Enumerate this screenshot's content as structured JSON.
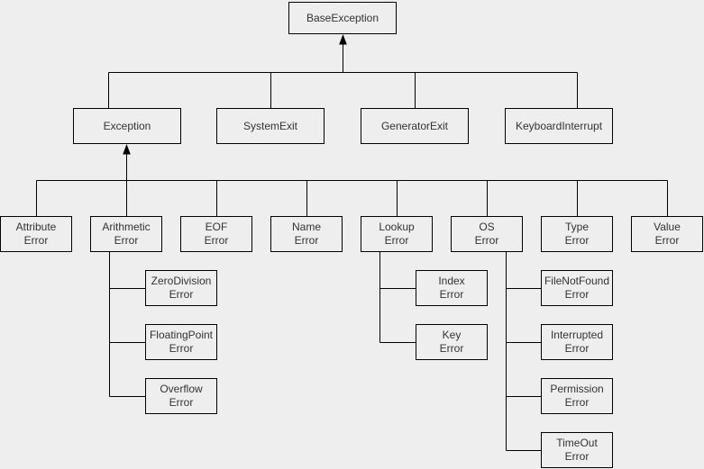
{
  "diagram": {
    "type": "hierarchy-flowchart",
    "subject": "Python exception class hierarchy",
    "colors": {
      "background": "#eeeeee",
      "box_fill": "#eeeeee",
      "box_border": "#000000",
      "line": "#000000",
      "text": "#333333"
    },
    "arrow_direction": "child-connector-to-parent",
    "nodes": {
      "base_exception": {
        "label": "BaseException"
      },
      "exception": {
        "label": "Exception"
      },
      "system_exit": {
        "label": "SystemExit"
      },
      "generator_exit": {
        "label": "GeneratorExit"
      },
      "keyboard_interrupt": {
        "label": "KeyboardInterrupt"
      },
      "attribute_error": {
        "line1": "Attribute",
        "line2": "Error"
      },
      "arithmetic_error": {
        "line1": "Arithmetic",
        "line2": "Error"
      },
      "eof_error": {
        "line1": "EOF",
        "line2": "Error"
      },
      "name_error": {
        "line1": "Name",
        "line2": "Error"
      },
      "lookup_error": {
        "line1": "Lookup",
        "line2": "Error"
      },
      "os_error": {
        "line1": "OS",
        "line2": "Error"
      },
      "type_error": {
        "line1": "Type",
        "line2": "Error"
      },
      "value_error": {
        "line1": "Value",
        "line2": "Error"
      },
      "zero_division_error": {
        "line1": "ZeroDivision",
        "line2": "Error"
      },
      "floating_point_error": {
        "line1": "FloatingPoint",
        "line2": "Error"
      },
      "overflow_error": {
        "line1": "Overflow",
        "line2": "Error"
      },
      "index_error": {
        "line1": "Index",
        "line2": "Error"
      },
      "key_error": {
        "line1": "Key",
        "line2": "Error"
      },
      "file_not_found_error": {
        "line1": "FileNotFound",
        "line2": "Error"
      },
      "interrupted_error": {
        "line1": "Interrupted",
        "line2": "Error"
      },
      "permission_error": {
        "line1": "Permission",
        "line2": "Error"
      },
      "timeout_error": {
        "line1": "TimeOut",
        "line2": "Error"
      }
    },
    "hierarchy": [
      {
        "parent": "BaseException",
        "children": [
          "Exception",
          "SystemExit",
          "GeneratorExit",
          "KeyboardInterrupt"
        ]
      },
      {
        "parent": "Exception",
        "children": [
          "AttributeError",
          "ArithmeticError",
          "EOFError",
          "NameError",
          "LookupError",
          "OSError",
          "TypeError",
          "ValueError"
        ]
      },
      {
        "parent": "ArithmeticError",
        "children": [
          "ZeroDivisionError",
          "FloatingPointError",
          "OverflowError"
        ]
      },
      {
        "parent": "LookupError",
        "children": [
          "IndexError",
          "KeyError"
        ]
      },
      {
        "parent": "OSError",
        "children": [
          "FileNotFoundError",
          "InterruptedError",
          "PermissionError",
          "TimeOutError"
        ]
      }
    ]
  }
}
